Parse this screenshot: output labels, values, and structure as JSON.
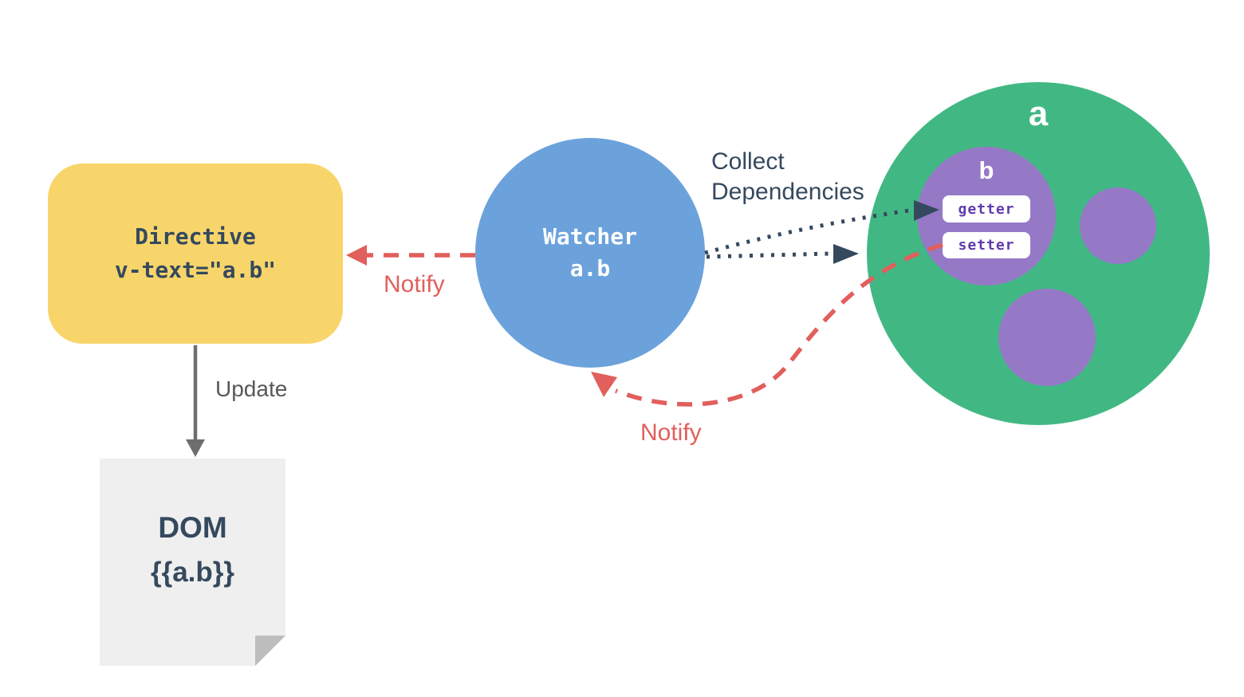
{
  "colors": {
    "navy": "#35495E",
    "green": "#41B883",
    "blue": "#6CA2DC",
    "yellow": "#F8D56A",
    "purple": "#9579C7",
    "accessor_text": "#5F3CAF",
    "red": "#E15F5C",
    "gray_arrow": "#6E6E6E",
    "update_text": "#58585A",
    "doc_bg": "#EFEFEF",
    "doc_fold": "#BDBDBD"
  },
  "nodes": {
    "directive": {
      "line1": "Directive",
      "line2": "v-text=\"a.b\""
    },
    "watcher": {
      "line1": "Watcher",
      "line2": "a.b"
    },
    "data_object": {
      "label": "a"
    },
    "data_property": {
      "label": "b",
      "getter": "getter",
      "setter": "setter"
    },
    "dom": {
      "line1": "DOM",
      "line2": "{{a.b}}"
    }
  },
  "edges": {
    "update": {
      "label": "Update"
    },
    "notify_to_directive": {
      "label": "Notify"
    },
    "notify_to_watcher": {
      "label": "Notify"
    },
    "collect_dependencies": {
      "label_line1": "Collect",
      "label_line2": "Dependencies"
    }
  }
}
